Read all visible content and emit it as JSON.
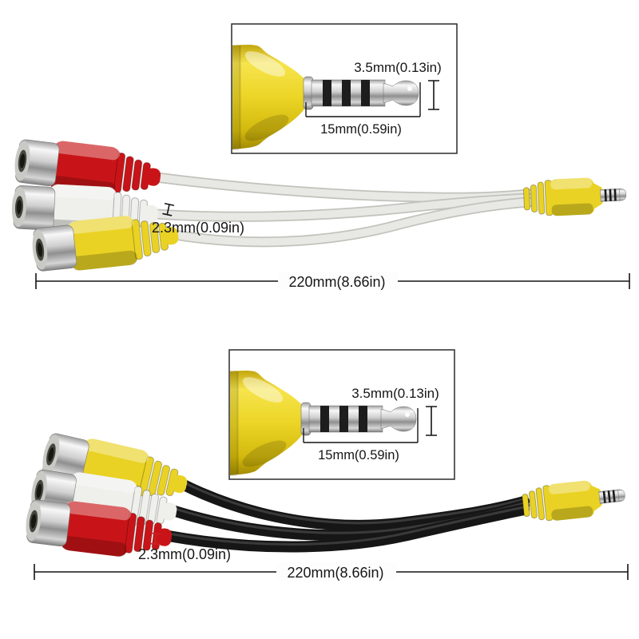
{
  "page": {
    "background": "#ffffff",
    "description": "3.5mm male jack to 3 RCA female AV adapter cable, two color variants with dimension annotations"
  },
  "product_sections": [
    {
      "name": "adapter-white-cable",
      "cable_color": "white",
      "rca_connector_colors": [
        "red",
        "white",
        "yellow"
      ],
      "detail_inset": {
        "plug_diameter": "3.5mm(0.13in)",
        "plug_length": "15mm(0.59in)"
      },
      "cable_diameter": "2.3mm(0.09in)",
      "total_length": "220mm(8.66in)"
    },
    {
      "name": "adapter-black-cable",
      "cable_color": "black",
      "rca_connector_colors": [
        "yellow",
        "white",
        "red"
      ],
      "detail_inset": {
        "plug_diameter": "3.5mm(0.13in)",
        "plug_length": "15mm(0.59in)"
      },
      "cable_diameter": "2.3mm(0.09in)",
      "total_length": "220mm(8.66in)"
    }
  ],
  "colors": {
    "rca_red": "#c81418",
    "rca_white": "#efefeb",
    "rca_yellow": "#e9d224",
    "plug_yellow": "#e9d224",
    "cable_white": "#e6e6e2",
    "cable_black": "#1d1d1d",
    "metal_silver": "#c0c0c0",
    "annotation": "#161616",
    "bottom_caliper_mark": "#cc2222"
  }
}
